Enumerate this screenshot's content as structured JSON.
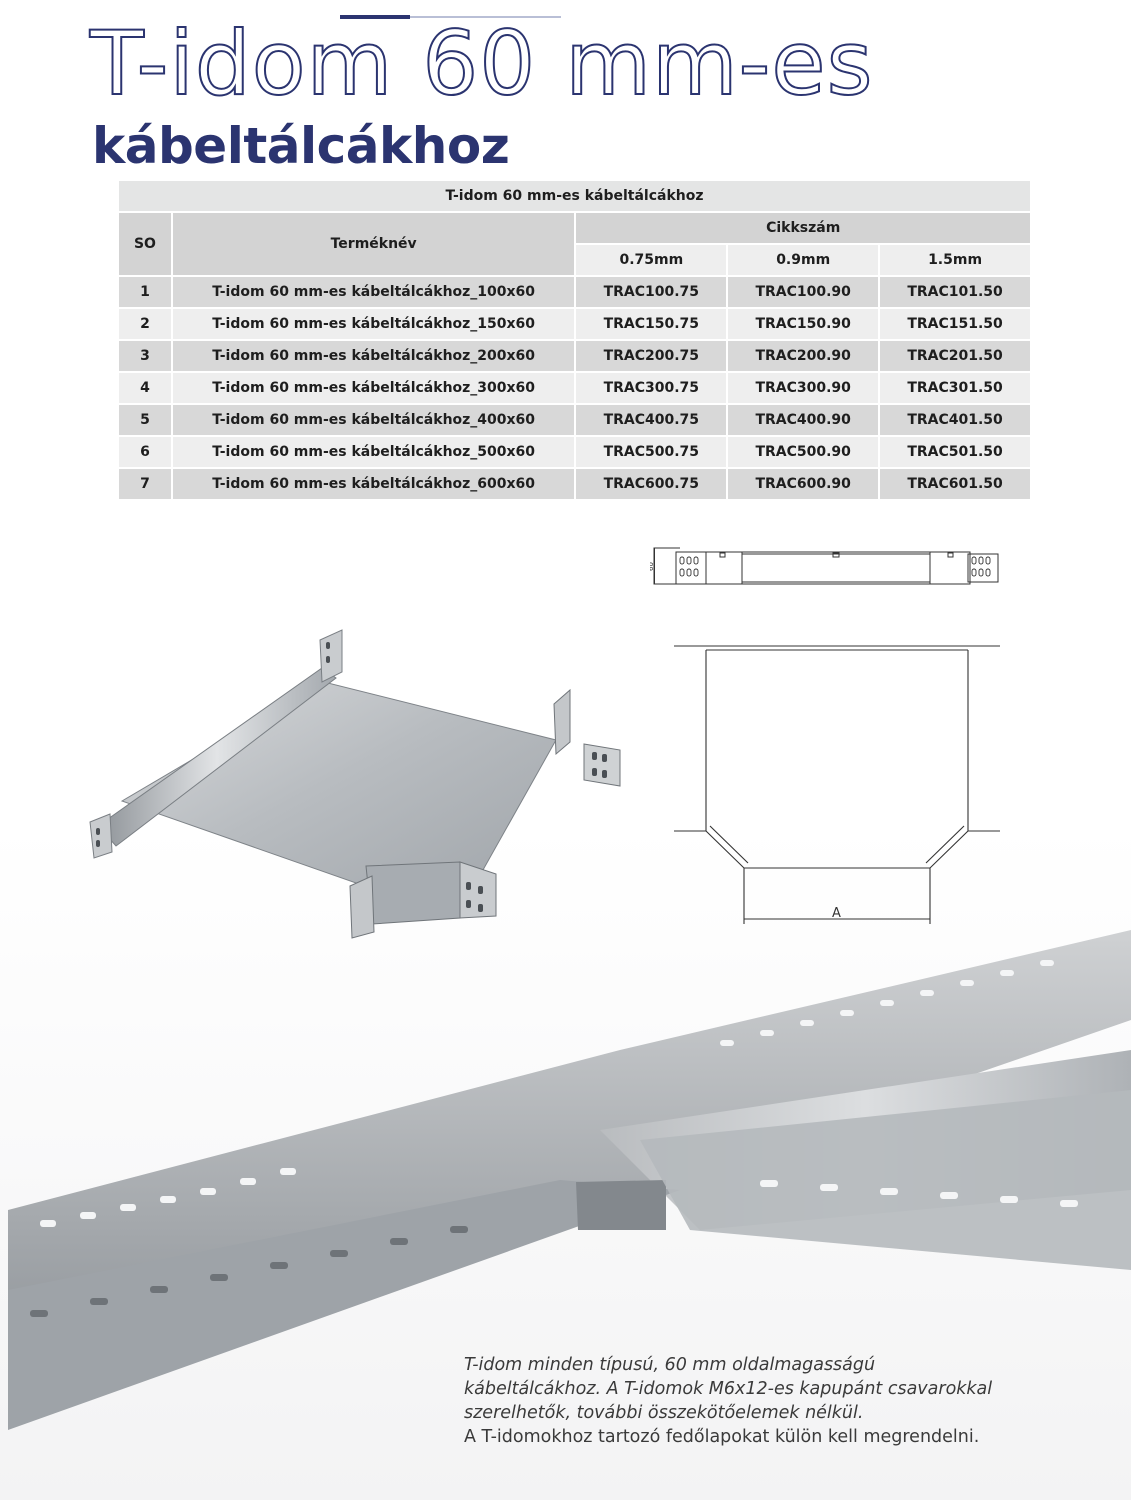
{
  "header": {
    "title_line1": "T-idom 60 mm-es",
    "title_line2": "kábeltálcákhoz",
    "brand_color": "#2b3470"
  },
  "table": {
    "caption": "T-idom 60 mm-es kábeltálcákhoz",
    "col_so": "SO",
    "col_name": "Terméknév",
    "col_code_group": "Cikkszám",
    "sizes": [
      "0.75mm",
      "0.9mm",
      "1.5mm"
    ],
    "rows": [
      {
        "so": "1",
        "name": "T-idom 60 mm-es kábeltálcákhoz_100x60",
        "codes": [
          "TRAC100.75",
          "TRAC100.90",
          "TRAC101.50"
        ]
      },
      {
        "so": "2",
        "name": "T-idom 60 mm-es kábeltálcákhoz_150x60",
        "codes": [
          "TRAC150.75",
          "TRAC150.90",
          "TRAC151.50"
        ]
      },
      {
        "so": "3",
        "name": "T-idom 60 mm-es kábeltálcákhoz_200x60",
        "codes": [
          "TRAC200.75",
          "TRAC200.90",
          "TRAC201.50"
        ]
      },
      {
        "so": "4",
        "name": "T-idom 60 mm-es kábeltálcákhoz_300x60",
        "codes": [
          "TRAC300.75",
          "TRAC300.90",
          "TRAC301.50"
        ]
      },
      {
        "so": "5",
        "name": "T-idom 60 mm-es kábeltálcákhoz_400x60",
        "codes": [
          "TRAC400.75",
          "TRAC400.90",
          "TRAC401.50"
        ]
      },
      {
        "so": "6",
        "name": "T-idom 60 mm-es kábeltálcákhoz_500x60",
        "codes": [
          "TRAC500.75",
          "TRAC500.90",
          "TRAC501.50"
        ]
      },
      {
        "so": "7",
        "name": "T-idom 60 mm-es kábeltálcákhoz_600x60",
        "codes": [
          "TRAC600.75",
          "TRAC600.90",
          "TRAC601.50"
        ]
      }
    ]
  },
  "drawing": {
    "side_height_label": "60",
    "width_label": "A"
  },
  "description": {
    "line1": "T-idom minden típusú, 60 mm oldalmagasságú",
    "line2": "kábeltálcákhoz. A T-idomok M6x12-es kapupánt csavarokkal",
    "line3": "szerelhetők, további összekötőelemek nélkül.",
    "line4": "A T-idomokhoz tartozó fedőlapokat külön kell megrendelni."
  }
}
